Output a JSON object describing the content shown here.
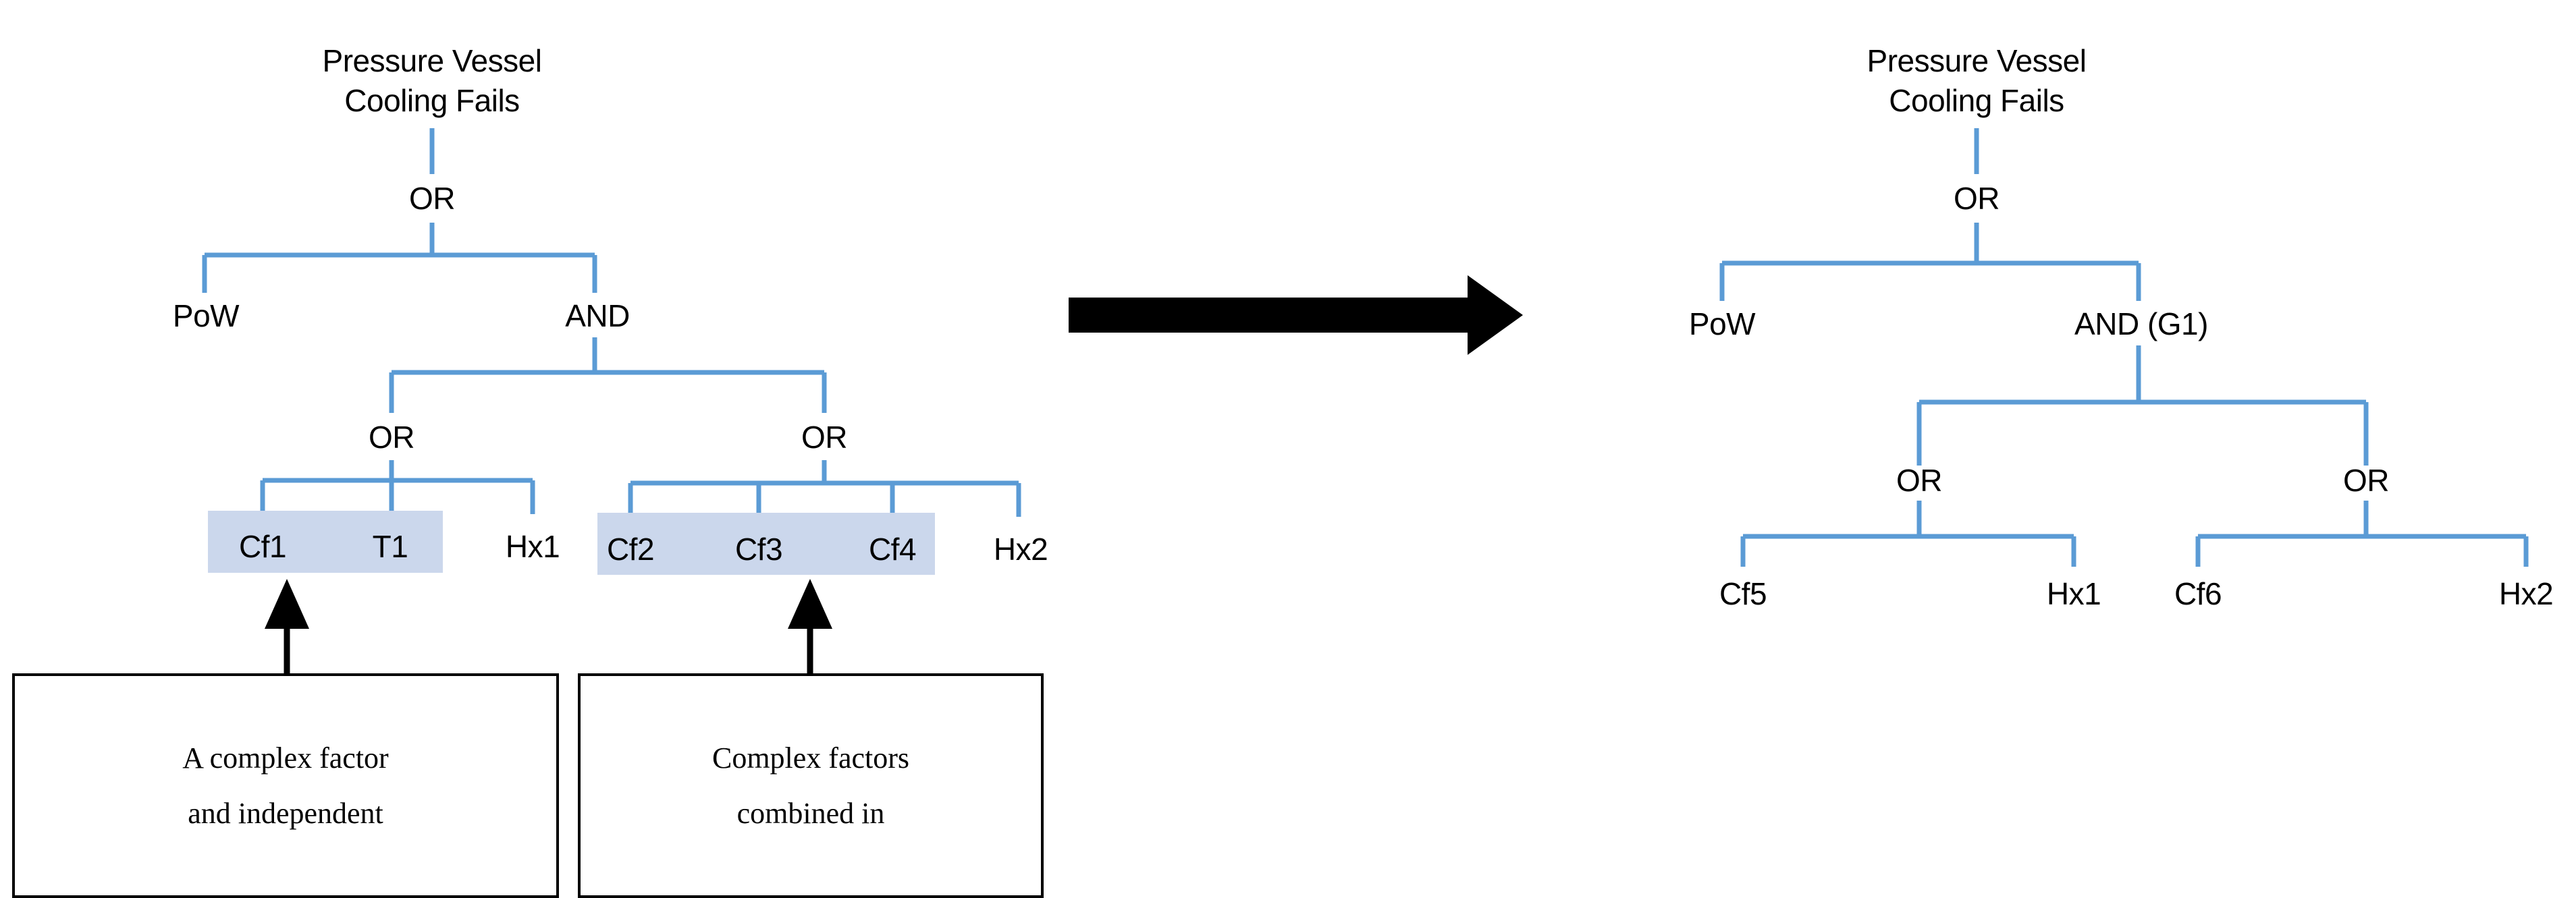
{
  "diagram": {
    "title_left": "Pressure Vessel Cooling Fails",
    "accent_wire_color": "#5B9BD5",
    "highlight_color": "#CBD7EC",
    "arrow_color": "#000000",
    "transform_arrow": "right-arrow"
  },
  "left_tree": {
    "root": {
      "line1": "Pressure Vessel",
      "line2": "Cooling Fails"
    },
    "gates": {
      "top_or": "OR",
      "and": "AND",
      "or_left": "OR",
      "or_right": "OR"
    },
    "leaves": {
      "pow": "PoW",
      "cf1": "Cf1",
      "t1": "T1",
      "hx1": "Hx1",
      "cf2": "Cf2",
      "cf3": "Cf3",
      "cf4": "Cf4",
      "hx2": "Hx2"
    },
    "highlighted_groups": [
      [
        "Cf1",
        "T1"
      ],
      [
        "Cf2",
        "Cf3",
        "Cf4"
      ]
    ]
  },
  "right_tree": {
    "root": {
      "line1": "Pressure Vessel",
      "line2": "Cooling Fails"
    },
    "gates": {
      "top_or": "OR",
      "and": "AND (G1)",
      "or_left": "OR",
      "or_right": "OR"
    },
    "leaves": {
      "pow": "PoW",
      "cf5": "Cf5",
      "hx1": "Hx1",
      "cf6": "Cf6",
      "hx2": "Hx2"
    }
  },
  "callouts": [
    {
      "line1": "A complex factor",
      "line2": "and independent"
    },
    {
      "line1": "Complex factors",
      "line2": "combined in"
    }
  ]
}
